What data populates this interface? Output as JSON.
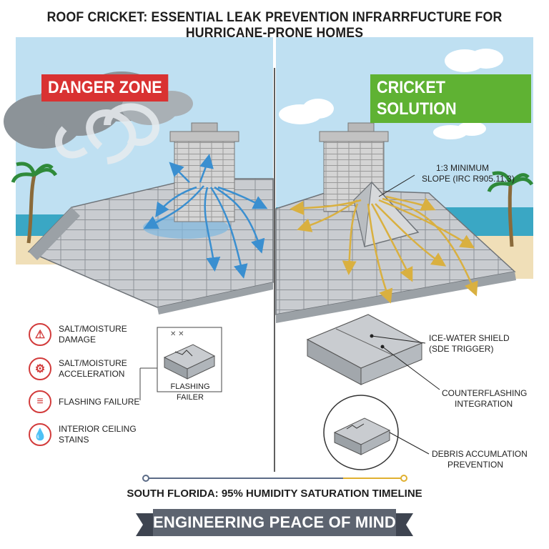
{
  "title": "ROOF CRICKET: ESSENTIAL LEAK PREVENTION INFRARRFUCTURE FOR HURRICANE-PRONE HOMES",
  "panels": {
    "danger": {
      "badge": "DANGER ZONE",
      "color": "#d93232"
    },
    "cricket": {
      "badge": "CRICKET SOLUTION",
      "color": "#5fb233"
    }
  },
  "callouts": {
    "slope_line1": "1:3 MINIMUM",
    "slope_line2": "SLOPE (IRC R905.11.3)",
    "flashing_failure_inset": "FLASHING FAILER",
    "ice_water_line1": "ICE-WATER SHIELD",
    "ice_water_line2": "(SDE TRIGGER)",
    "counterflashing_line1": "COUNTERFLASHING",
    "counterflashing_line2": "INTEGRATION",
    "debris_line1": "DEBRIS ACCUMLATION",
    "debris_line2": "PREVENTION"
  },
  "legend": [
    {
      "icon": "salt-moisture-damage-icon",
      "line1": "SALT/MOISTURE",
      "line2": "DAMAGE"
    },
    {
      "icon": "salt-moisture-acceleration-icon",
      "line1": "SALT/MOISTURE",
      "line2": "ACCELERATION"
    },
    {
      "icon": "flashing-failure-icon",
      "line1": "FLASHING FAILURE",
      "line2": ""
    },
    {
      "icon": "interior-ceiling-stains-icon",
      "line1": "INTERIOR CEILING",
      "line2": "STAINS"
    }
  ],
  "timeline": {
    "label": "SOUTH FLORIDA: 95% HUMIDITY SATURATION TIMELINE",
    "accent": "#e0b030",
    "base": "#5b6b86"
  },
  "banner": {
    "text": "ENGINEERING PEACE OF MIND",
    "color": "#5d6470"
  },
  "colors": {
    "water_arrows": "#3a8fd0",
    "diverted_arrows": "#d9b040",
    "sky": "#bfe0f2",
    "sea": "#3aa7c4"
  }
}
